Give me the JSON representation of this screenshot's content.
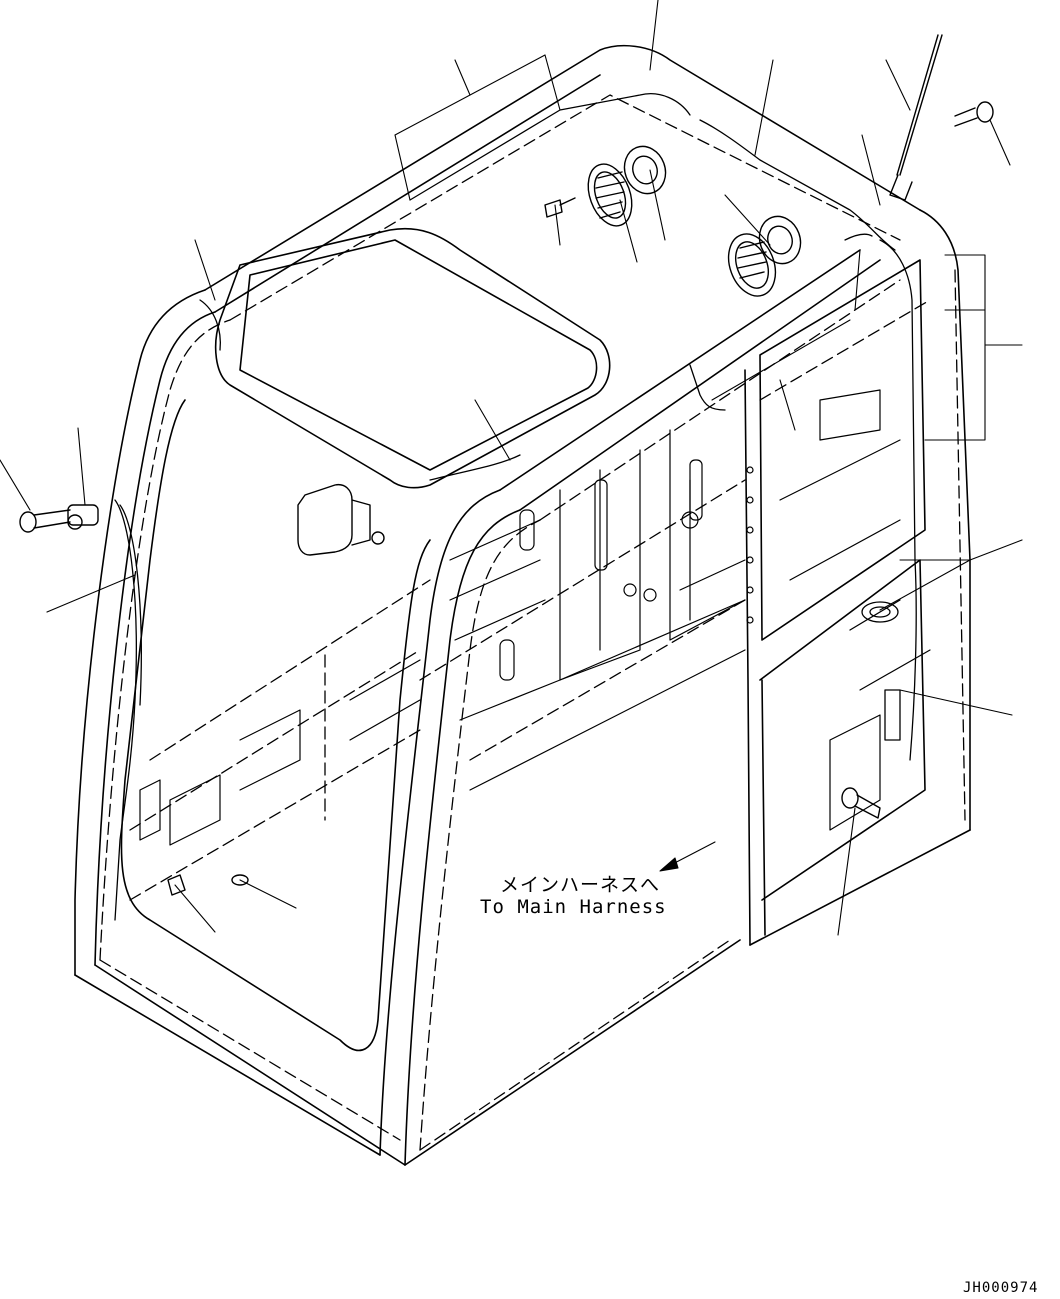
{
  "diagram": {
    "annotation_jp": "メインハーネスへ",
    "annotation_en": "To Main Harness",
    "drawing_id": "JH000974"
  }
}
